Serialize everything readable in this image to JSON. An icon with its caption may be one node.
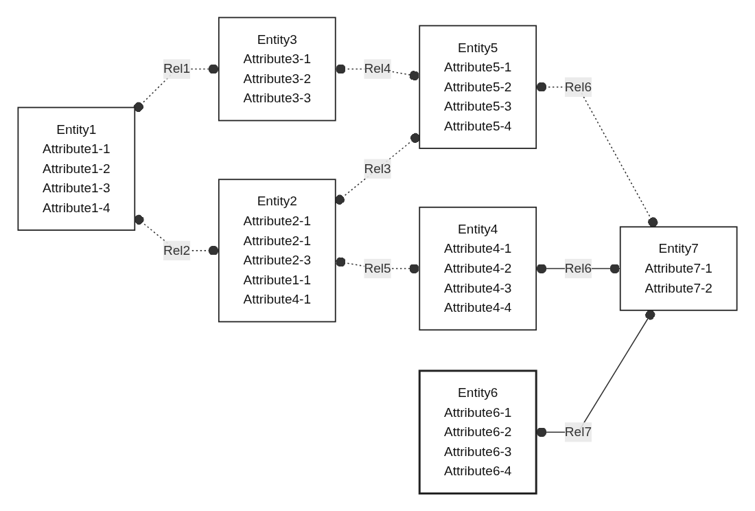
{
  "diagram": {
    "nodes": [
      {
        "text": [
          "Entity1",
          "Attribute1-1",
          "Attribute1-2",
          "Attribute1-3",
          "Attribute1-4"
        ]
      },
      {
        "text": [
          "Entity2",
          "Attribute2-1",
          "Attribute2-1",
          "Attribute2-3",
          "Attribute1-1",
          "Attribute4-1"
        ]
      },
      {
        "text": [
          "Entity3",
          "Attribute3-1",
          "Attribute3-2",
          "Attribute3-3"
        ]
      },
      {
        "text": [
          "Entity4",
          "Attribute4-1",
          "Attribute4-2",
          "Attribute4-3",
          "Attribute4-4"
        ]
      },
      {
        "text": [
          "Entity5",
          "Attribute5-1",
          "Attribute5-2",
          "Attribute5-3",
          "Attribute5-4"
        ]
      },
      {
        "text": [
          "Entity6",
          "Attribute6-1",
          "Attribute6-2",
          "Attribute6-3",
          "Attribute6-4"
        ]
      },
      {
        "text": [
          "Entity7",
          "Attribute7-1",
          "Attribute7-2"
        ]
      }
    ],
    "edges": [
      {
        "from": 0,
        "to": 2,
        "arrow": "other",
        "label": "Rel1",
        "style": "dashed"
      },
      {
        "from": 0,
        "to": 1,
        "arrow": "other",
        "label": "Rel2",
        "style": "dashed"
      },
      {
        "from": 1,
        "to": 4,
        "arrow": "other",
        "label": "Rel3",
        "style": "dashed"
      },
      {
        "from": 2,
        "to": 4,
        "arrow": "other",
        "label": "Rel4",
        "style": "dashed"
      },
      {
        "from": 1,
        "to": 3,
        "arrow": "other",
        "label": "Rel5",
        "style": "dashed"
      },
      {
        "from": 4,
        "to": 6,
        "arrow": "other",
        "label": "Rel6",
        "style": "dashed"
      },
      {
        "from": 3,
        "to": 6,
        "arrow": "other",
        "label": "Rel6"
      },
      {
        "from": 5,
        "to": 6,
        "arrow": "other",
        "label": "Rel7"
      }
    ]
  }
}
